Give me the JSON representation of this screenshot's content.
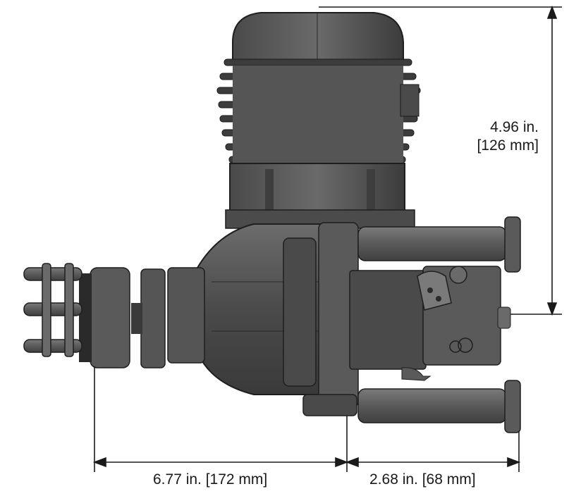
{
  "dimensions": {
    "height": {
      "imperial": "4.96 in.",
      "metric": "[126 mm]"
    },
    "length_main": {
      "text": "6.77 in. [172 mm]"
    },
    "length_rear": {
      "text": "2.68 in. [68 mm]"
    }
  },
  "colors": {
    "line": "#1a1a1a",
    "metal_dark": "#3a3a3a",
    "metal_mid": "#555555",
    "metal_light": "#6a6a6a"
  }
}
